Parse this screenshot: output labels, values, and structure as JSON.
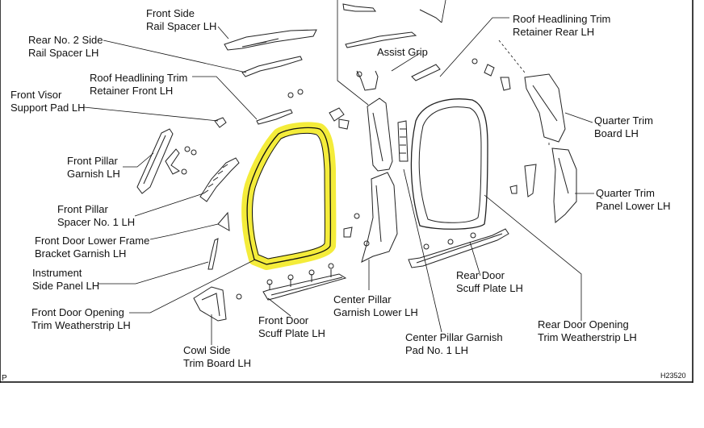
{
  "diagram": {
    "figure_id": "H23520",
    "corner_mark": "P",
    "labels": {
      "front_side_rail_spacer": "Front Side\nRail Spacer LH",
      "rear_no2_side_rail_spacer": "Rear No. 2 Side\nRail Spacer LH",
      "roof_headlining_trim_retainer_front": "Roof Headlining Trim\nRetainer Front LH",
      "front_visor_support_pad": "Front Visor\nSupport Pad LH",
      "front_pillar_garnish": "Front Pillar\nGarnish LH",
      "front_pillar_spacer": "Front Pillar\nSpacer No. 1 LH",
      "front_door_lower_frame_bracket_garnish": "Front Door Lower Frame\nBracket Garnish LH",
      "instrument_side_panel": "Instrument\nSide Panel LH",
      "front_door_opening_trim_weatherstrip": "Front Door Opening\nTrim Weatherstrip LH",
      "cowl_side_trim_board": "Cowl Side\nTrim Board LH",
      "front_door_scuff_plate": "Front Door\nScuff Plate LH",
      "center_pillar_garnish_lower": "Center Pillar\nGarnish Lower LH",
      "center_pillar_garnish_pad": "Center Pillar Garnish\nPad No. 1 LH",
      "assist_grip": "Assist Grip",
      "roof_headlining_trim_retainer_rear": "Roof Headlining Trim\nRetainer Rear LH",
      "quarter_trim_board": "Quarter Trim\nBoard LH",
      "quarter_trim_panel_lower": "Quarter Trim\nPanel Lower LH",
      "rear_door_scuff_plate": "Rear Door\nScuff Plate LH",
      "rear_door_opening_trim_weatherstrip": "Rear Door Opening\nTrim Weatherstrip LH"
    },
    "colors": {
      "line": "#222222",
      "highlight": "#f4ec3a",
      "frame": "#000000"
    }
  }
}
